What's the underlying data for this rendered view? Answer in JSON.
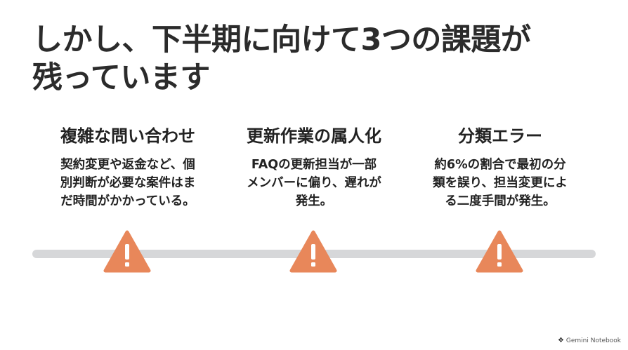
{
  "title": {
    "line1": "しかし、下半期に向けて3つの課題が",
    "line2": "残っています"
  },
  "issues": [
    {
      "heading": "複雑な問い合わせ",
      "body": [
        "契約変更や返金など、個",
        "別判断が必要な案件はま",
        "だ時間がかかっている。"
      ]
    },
    {
      "heading": "更新作業の属人化",
      "body": [
        "FAQの更新担当が一部",
        "メンバーに偏り、遅れが",
        "発生。"
      ]
    },
    {
      "heading": "分類エラー",
      "body": [
        "約6%の割合で最初の分",
        "類を誤り、担当変更によ",
        "る二度手間が発生。"
      ]
    }
  ],
  "icons": {
    "warning": "warning-triangle-icon",
    "logo": "gemini-notebook-icon"
  },
  "colors": {
    "warning_fill": "#e8875a",
    "track": "#d6d7d9",
    "text": "#222222"
  },
  "footer": {
    "brand": "Gemini Notebook"
  }
}
